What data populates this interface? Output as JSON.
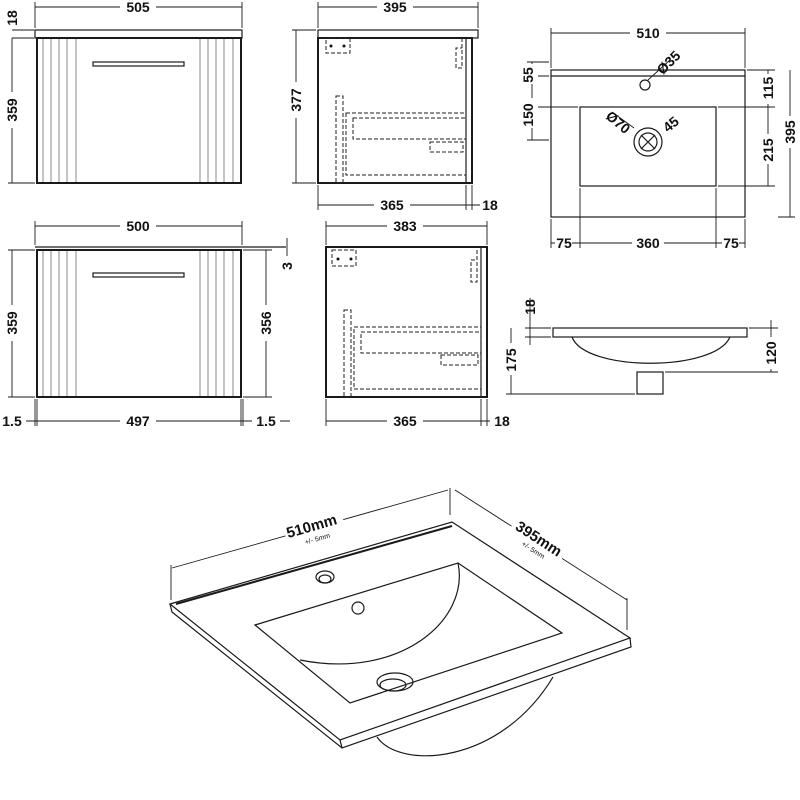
{
  "front_top": {
    "width": "505",
    "top_thickness": "18",
    "height": "359"
  },
  "side_top": {
    "depth": "395",
    "height": "377",
    "inner_depth": "365",
    "back": "18"
  },
  "basin_plan": {
    "width": "510",
    "depth": "395",
    "back_to_tap": "55",
    "tap_to_bowl": "150",
    "right_top": "115",
    "right_bowl": "215",
    "left_margin": "75",
    "bowl_width": "360",
    "right_margin": "75",
    "tap_hole": "Ø35",
    "drain": "Ø70",
    "drain_angle": "45"
  },
  "front_bottom": {
    "width": "500",
    "gap": "3",
    "height": "359",
    "door_height": "356",
    "left_gap": "1.5",
    "door_width": "497",
    "right_gap": "1.5"
  },
  "side_bottom": {
    "depth": "383",
    "inner_depth": "365",
    "back": "18"
  },
  "basin_section": {
    "top_thickness": "18",
    "total_depth": "175",
    "bowl_depth": "120"
  },
  "isometric": {
    "width": "510mm",
    "width_tol": "+/- 5mm",
    "depth": "395mm",
    "depth_tol": "+/- 5mm"
  }
}
